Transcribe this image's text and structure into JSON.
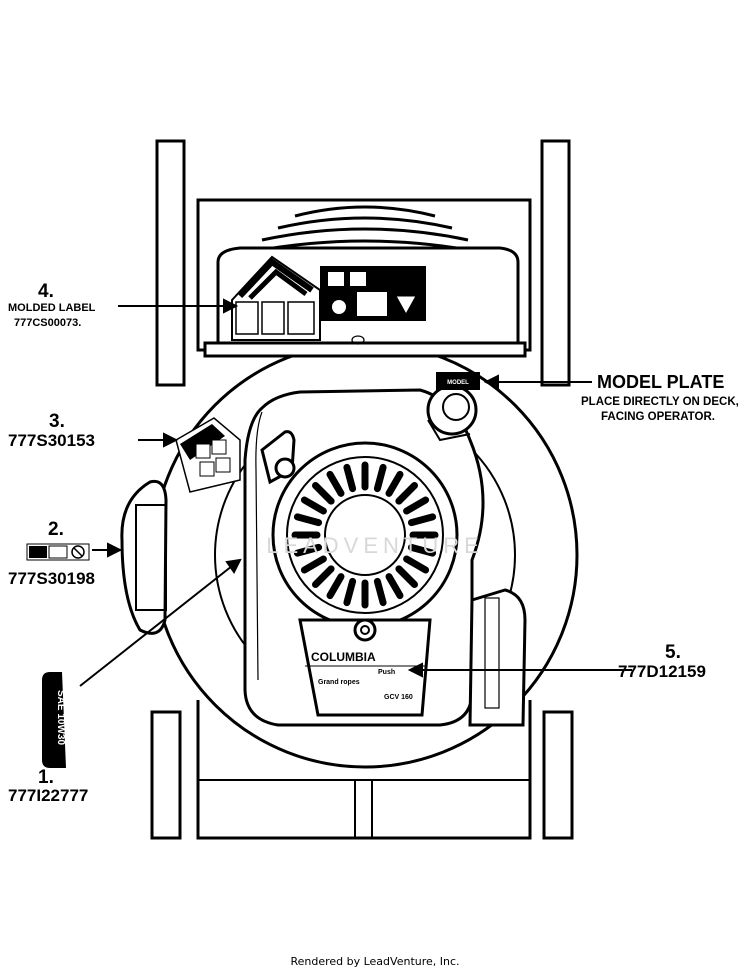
{
  "callouts": {
    "c1": {
      "number": "1.",
      "part": "777I22777"
    },
    "c2": {
      "number": "2.",
      "part": "777S30198"
    },
    "c3": {
      "number": "3.",
      "part": "777S30153"
    },
    "c4": {
      "number": "4.",
      "line1": "MOLDED LABEL",
      "line2": "777CS00073."
    },
    "c5": {
      "number": "5.",
      "part": "777D12159"
    }
  },
  "model_plate": {
    "title": "MODEL PLATE",
    "line1": "PLACE DIRECTLY ON DECK,",
    "line2": "FACING OPERATOR."
  },
  "engine_label": {
    "brand": "COLUMBIA",
    "type": "Push",
    "subtitle": "Grand ropes",
    "engine": "GCV 160"
  },
  "oil_label": {
    "text": "SAE 10W30"
  },
  "watermark": "LEADVENTURE",
  "footer": "Rendered by LeadVenture, Inc."
}
